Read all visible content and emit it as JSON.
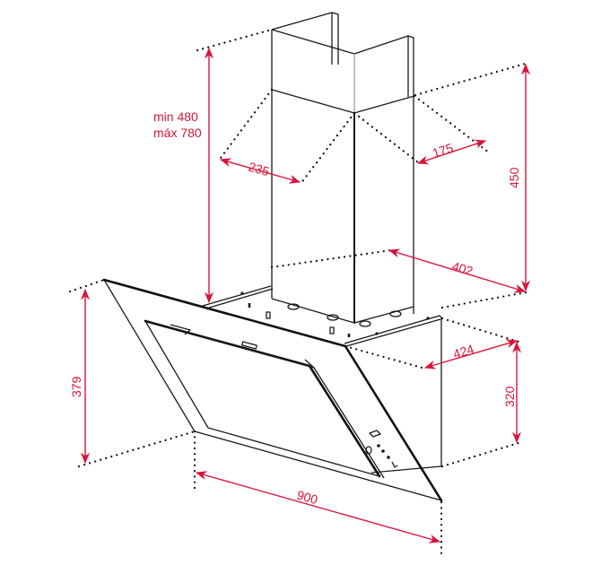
{
  "diagram": {
    "subject": "Inclined glass wall-mounted cooker hood with telescopic chimney",
    "colors": {
      "line": "#1a1a1a",
      "dimension": "#d9143a",
      "background": "#ffffff"
    },
    "dimensions": {
      "chimney_height_note": {
        "line1": "min 480",
        "line2": "máx 780"
      },
      "chimney_width": "235",
      "chimney_depth": "175",
      "upper_height": "450",
      "top_depth": "402",
      "body_depth": "424",
      "body_height": "320",
      "glass_height": "379",
      "total_width": "900"
    }
  }
}
